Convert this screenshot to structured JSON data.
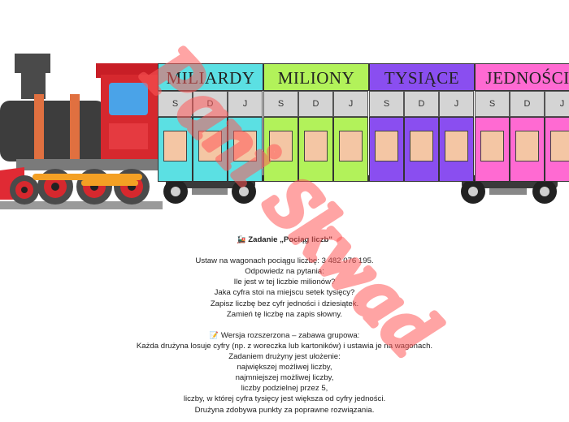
{
  "train": {
    "classes": [
      {
        "name": "MILIARDY",
        "color": "#5be0e3"
      },
      {
        "name": "MILIONY",
        "color": "#b2f25a"
      },
      {
        "name": "TYSIĄCE",
        "color": "#8a4ef0"
      },
      {
        "name": "JEDNOŚCI",
        "color": "#ff6ad2"
      }
    ],
    "digit_labels": [
      "S",
      "D",
      "J"
    ],
    "locomotive_colors": {
      "body": "#3d3d3d",
      "cab": "#d6282e",
      "window": "#4aa3e8",
      "rod": "#f4a024"
    }
  },
  "task": {
    "title_icon": "train-icon",
    "title": "Zadanie „Pociąg liczb\"",
    "lines": [
      "Ustaw na wagonach pociągu liczbę: 3 482 076 195.",
      "Odpowiedz na pytania:",
      "Ile jest w tej liczbie milionów?",
      "Jaka cyfra stoi na miejscu setek tysięcy?",
      "Zapisz liczbę bez cyfr jedności i dziesiątek.",
      "Zamień tę liczbę na zapis słowny."
    ]
  },
  "extended": {
    "icon": "memo-icon",
    "title": "Wersja rozszerzona – zabawa grupowa:",
    "lines": [
      "Każda drużyna losuje cyfry (np. z woreczka lub kartoników) i ustawia je na wagonach.",
      "Zadaniem drużyny jest ułożenie:",
      "największej możliwej liczby,",
      "najmniejszej możliwej liczby,",
      "liczby podzielnej przez 5,",
      "liczby, w której cyfra tysięcy jest większa od cyfry jedności.",
      "Drużyna zdobywa punkty za poprawne rozwiązania."
    ]
  },
  "watermark": {
    "text": "Pani Skwad",
    "color": "#ff5a5a"
  }
}
